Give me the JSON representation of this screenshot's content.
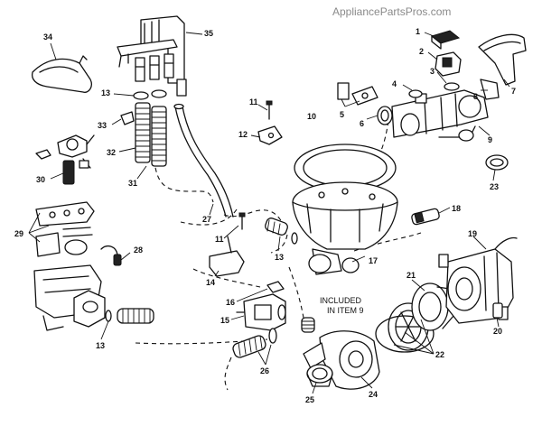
{
  "watermark": "AppliancePartsPros.com",
  "note": {
    "line1": "INCLUDED",
    "line2": "IN ITEM 9"
  },
  "callouts": {
    "p1": "1",
    "p2": "2",
    "p3": "3",
    "p4": "4",
    "p5": "5",
    "p6": "6",
    "p7": "7",
    "p8": "8",
    "p9": "9",
    "p10": "10",
    "p11a": "11",
    "p11b": "11",
    "p12": "12",
    "p13a": "13",
    "p13b": "13",
    "p13c": "13",
    "p14": "14",
    "p15": "15",
    "p16": "16",
    "p17": "17",
    "p18": "18",
    "p19": "19",
    "p20": "20",
    "p21": "21",
    "p22": "22",
    "p23": "23",
    "p24": "24",
    "p25": "25",
    "p26": "26",
    "p27": "27",
    "p28": "28",
    "p29": "29",
    "p30": "30",
    "p31": "31",
    "p32": "32",
    "p33": "33",
    "p34": "34",
    "p35": "35"
  }
}
